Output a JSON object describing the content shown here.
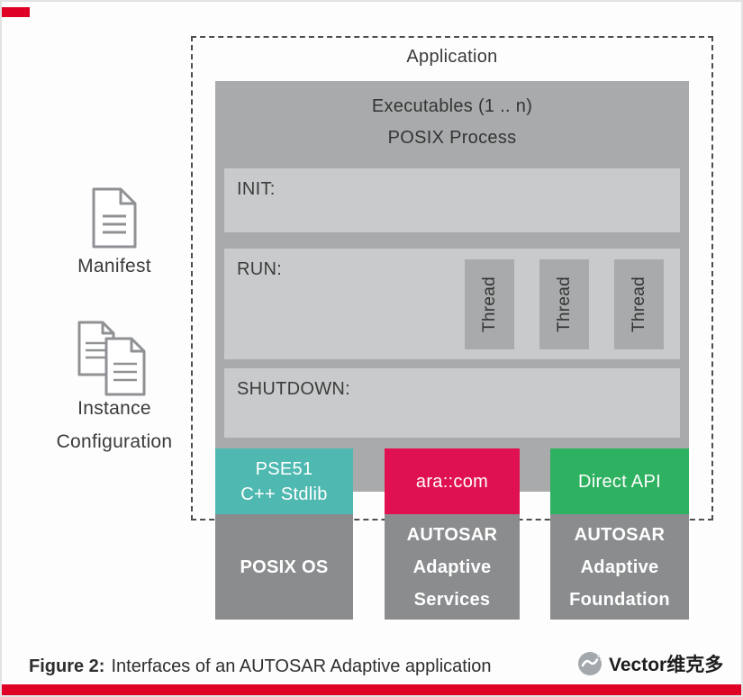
{
  "brand": {
    "red": "#df0226"
  },
  "diagram": {
    "application_label": "Application",
    "executables_title": "Executables (1 .. n)",
    "process_title": "POSIX Process",
    "phases": [
      {
        "label": "INIT:"
      },
      {
        "label": "RUN:"
      },
      {
        "label": "SHUTDOWN:"
      }
    ],
    "threads": [
      "Thread",
      "Thread",
      "Thread"
    ],
    "interfaces": [
      {
        "line1": "PSE51",
        "line2": "C++ Stdlib",
        "color": "#4fb9b1"
      },
      {
        "line1": "ara::com",
        "line2": "",
        "color": "#e01150"
      },
      {
        "line1": "Direct API",
        "line2": "",
        "color": "#2eb160"
      }
    ],
    "platforms": [
      {
        "line1": "POSIX OS",
        "line2": "",
        "line3": ""
      },
      {
        "line1": "AUTOSAR",
        "line2": "Adaptive",
        "line3": "Services"
      },
      {
        "line1": "AUTOSAR",
        "line2": "Adaptive",
        "line3": "Foundation"
      }
    ],
    "manifest_label": "Manifest",
    "instance_label_line1": "Instance",
    "instance_label_line2": "Configuration"
  },
  "caption": {
    "figure_label": "Figure 2:",
    "figure_text": "Interfaces of an AUTOSAR Adaptive application"
  },
  "watermark": {
    "text": "Vector维克多"
  }
}
